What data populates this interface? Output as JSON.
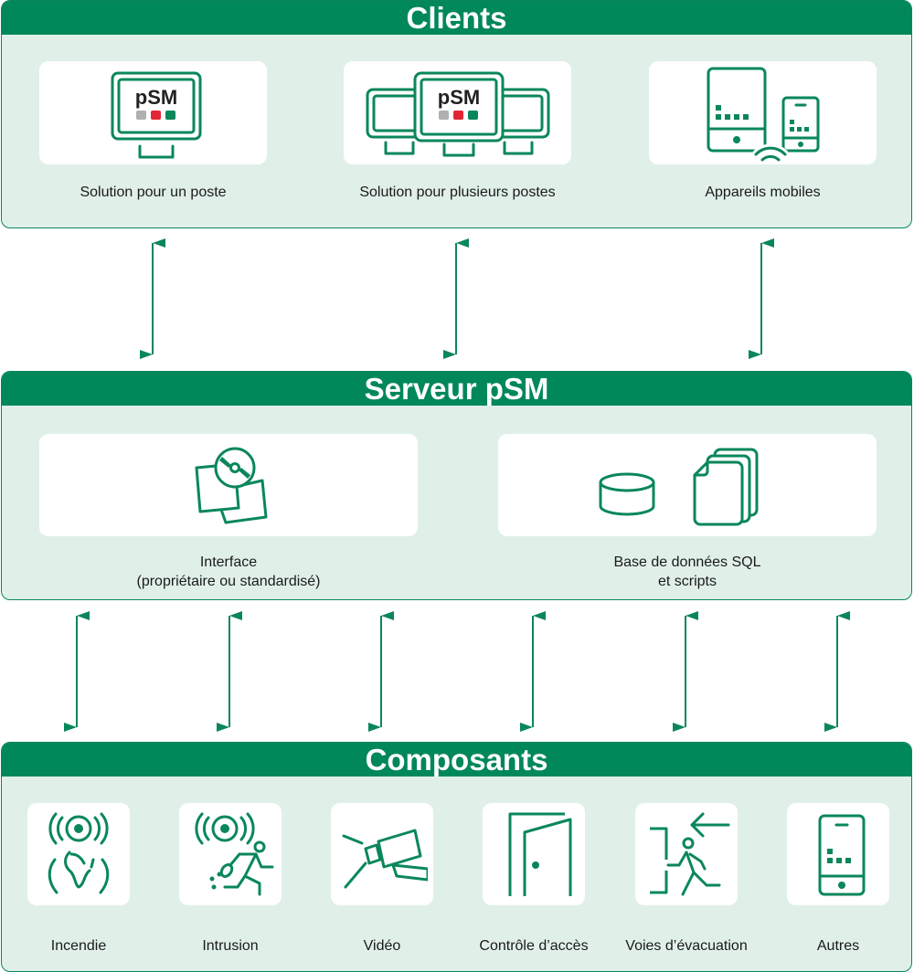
{
  "colors": {
    "brand_green": "#00875a",
    "panel_bg": "#e0f0e9",
    "grey": "#b0b0b0",
    "red": "#e32636"
  },
  "clients": {
    "title": "Clients",
    "items": [
      {
        "label": "Solution pour un poste",
        "icon": "monitor-psm-icon",
        "screen_text": "pSM"
      },
      {
        "label": "Solution pour plusieurs postes",
        "icon": "multi-monitor-psm-icon",
        "screen_text": "pSM"
      },
      {
        "label": "Appareils mobiles",
        "icon": "mobile-devices-icon"
      }
    ]
  },
  "server": {
    "title": "Serveur pSM",
    "items": [
      {
        "label_line1": "Interface",
        "label_line2": "(propriétaire ou standardisé)",
        "icon": "cd-software-icon"
      },
      {
        "label_line1": "Base de données SQL",
        "label_line2": "et scripts",
        "icon": "database-scripts-icon"
      }
    ]
  },
  "components": {
    "title": "Composants",
    "items": [
      {
        "label": "Incendie",
        "icon": "fire-alarm-icon"
      },
      {
        "label": "Intrusion",
        "icon": "intrusion-alarm-icon"
      },
      {
        "label": "Vidéo",
        "icon": "cctv-camera-icon"
      },
      {
        "label": "Contrôle d’accès",
        "icon": "door-icon"
      },
      {
        "label": "Voies d’évacuation",
        "icon": "emergency-exit-icon"
      },
      {
        "label": "Autres",
        "icon": "smartphone-icon"
      }
    ]
  }
}
